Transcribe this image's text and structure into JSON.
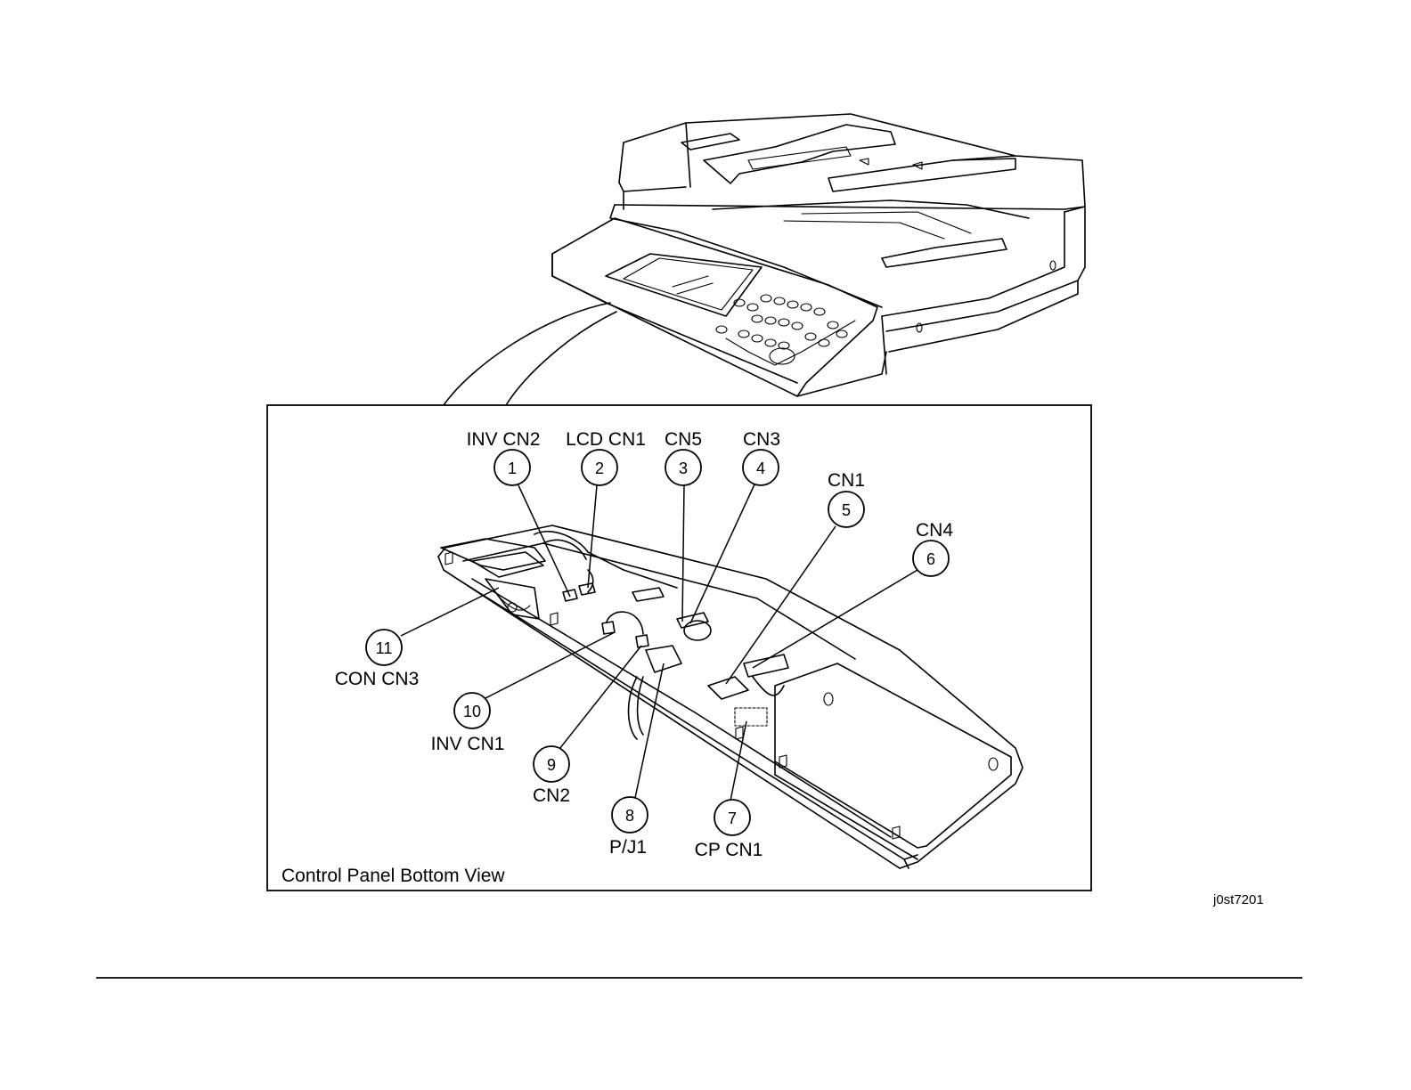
{
  "view_caption": "Control Panel Bottom View",
  "figure_id": "j0st7201",
  "connectors": [
    {
      "num": "1",
      "label": "INV CN2"
    },
    {
      "num": "2",
      "label": "LCD CN1"
    },
    {
      "num": "3",
      "label": "CN5"
    },
    {
      "num": "4",
      "label": "CN3"
    },
    {
      "num": "5",
      "label": "CN1"
    },
    {
      "num": "6",
      "label": "CN4"
    },
    {
      "num": "7",
      "label": "CP CN1"
    },
    {
      "num": "8",
      "label": "P/J1"
    },
    {
      "num": "9",
      "label": "CN2"
    },
    {
      "num": "10",
      "label": "INV CN1"
    },
    {
      "num": "11",
      "label": "CON CN3"
    }
  ]
}
